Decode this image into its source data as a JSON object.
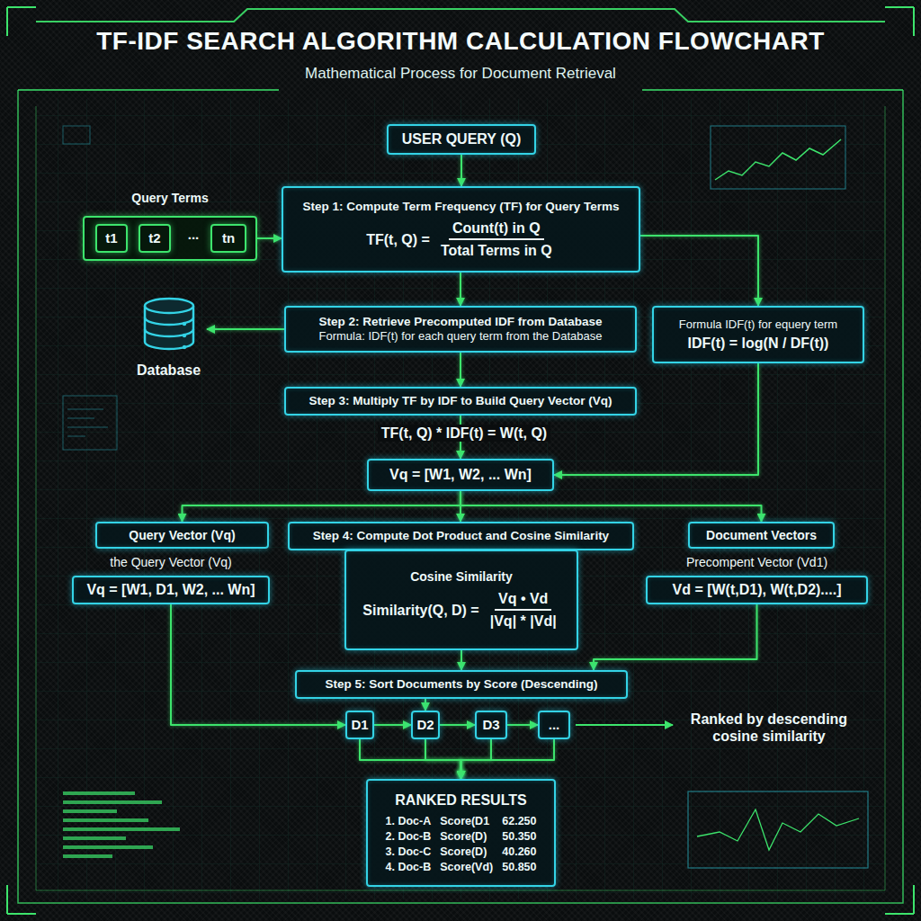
{
  "diagram": {
    "title": "TF-IDF SEARCH ALGORITHM CALCULATION FLOWCHART",
    "caption": "Mathematical Process for Document Retrieval",
    "nodes": [
      {
        "text": [
          "USER QUERY (Q)"
        ]
      },
      {
        "text": [
          "Query Terms"
        ]
      },
      {
        "text": [
          "t1"
        ],
        "in": 1
      },
      {
        "text": [
          "t2"
        ],
        "in": 1
      },
      {
        "text": [
          "tn"
        ],
        "in": 1
      },
      {
        "text": [
          "Step 1: Compute Term Frequency (TF) for Query Terms",
          "TF(t, Q) =",
          "Count(t) in Q",
          "Total Terms in Q"
        ]
      },
      {
        "text": [
          "Database"
        ]
      },
      {
        "text": [
          "Step 2: Retrieve Precomputed IDF from Database",
          "Formula: IDF(t) for each query term from the Database"
        ]
      },
      {
        "text": [
          "Formula IDF(t) for equery term",
          "IDF(t) = log(N / DF(t))"
        ]
      },
      {
        "text": [
          "Step 3: Multiply TF by IDF to Build Query Vector (Vq)"
        ]
      },
      {
        "text": [
          "Vq = [W1, W2, ... Wn]"
        ]
      },
      {
        "text": [
          "Query Vector (Vq)"
        ]
      },
      {
        "text": [
          "the Query Vector (Vq)",
          "Vq = [W1, D1, W2, ... Wn]"
        ]
      },
      {
        "text": [
          "Step 4: Compute Dot Product and Cosine Similarity"
        ]
      },
      {
        "text": [
          "Cosine Similarity",
          "Similarity(Q, D) =",
          "Vq • Vd",
          "|Vq| * |Vd|"
        ]
      },
      {
        "text": [
          "Document Vectors"
        ]
      },
      {
        "text": [
          "Precompent Vector (Vd1)",
          "Vd = [W(t,D1), W(t,D2)....]"
        ]
      },
      {
        "text": [
          "Step 5: Sort Documents by Score (Descending)"
        ]
      },
      {
        "text": [
          "D1"
        ]
      },
      {
        "text": [
          "D2"
        ]
      },
      {
        "text": [
          "D3"
        ]
      },
      {
        "text": [
          "..."
        ]
      },
      {
        "text": [
          "RANKED RESULTS",
          "1. Doc-A",
          "Score(D1",
          "62.250",
          "2. Doc-B",
          "Score(D)",
          "50.350",
          "3. Doc-C",
          "Score(D)",
          "40.260",
          "4. Doc-B",
          "Score(Vd)",
          "50.850"
        ]
      }
    ],
    "edges": [
      {
        "from": 0,
        "to": 5,
        "arrow": "to"
      },
      {
        "from": 1,
        "to": 5,
        "arrow": "to"
      },
      {
        "from": 5,
        "to": 7,
        "arrow": "to"
      },
      {
        "from": 5,
        "to": 8,
        "arrow": "to"
      },
      {
        "from": 7,
        "to": 6,
        "arrow": "to"
      },
      {
        "from": 7,
        "to": 9,
        "arrow": "to"
      },
      {
        "from": 9,
        "to": 10,
        "arrow": "to"
      },
      {
        "from": 8,
        "to": 10,
        "arrow": "to"
      },
      {
        "from": 10,
        "to": 11,
        "arrow": "to"
      },
      {
        "from": 10,
        "to": 13,
        "arrow": "to"
      },
      {
        "from": 10,
        "to": 15,
        "arrow": "to"
      },
      {
        "from": 12,
        "to": 18,
        "arrow": "to"
      },
      {
        "from": 14,
        "to": 17,
        "arrow": "to"
      },
      {
        "from": 16,
        "to": 17,
        "arrow": "to"
      },
      {
        "from": 17,
        "to": 19,
        "arrow": "to"
      },
      {
        "from": 18,
        "to": 19,
        "arrow": "to"
      },
      {
        "from": 19,
        "to": 20,
        "arrow": "to"
      },
      {
        "from": 20,
        "to": 21,
        "arrow": "to"
      },
      {
        "from": 18,
        "to": 22,
        "arrow": "to"
      },
      {
        "from": 19,
        "to": 22,
        "arrow": "to"
      },
      {
        "from": 20,
        "to": 22,
        "arrow": "to"
      },
      {
        "from": 21,
        "to": 22,
        "arrow": "to"
      }
    ],
    "labels": [
      "...",
      "TF(t, Q) * IDF(t) = W(t, Q)",
      "Ranked by descending cosine similarity"
    ]
  }
}
